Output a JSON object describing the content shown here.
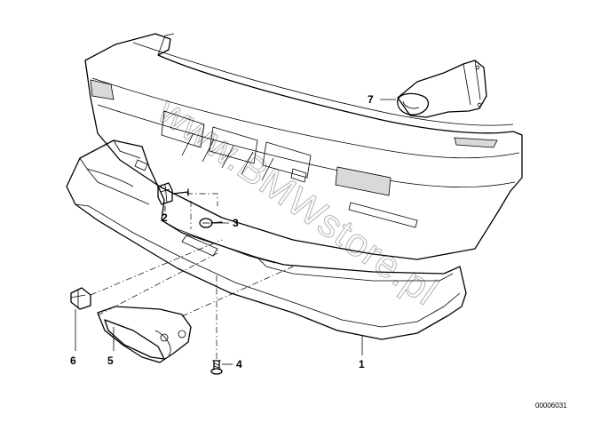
{
  "diagram": {
    "callouts": [
      {
        "id": "1",
        "label": "1"
      },
      {
        "id": "2",
        "label": "2"
      },
      {
        "id": "3",
        "label": "3"
      },
      {
        "id": "4",
        "label": "4"
      },
      {
        "id": "5",
        "label": "5"
      },
      {
        "id": "6",
        "label": "6"
      },
      {
        "id": "7",
        "label": "7"
      }
    ],
    "diagram_id": "00006031",
    "watermark": "www.BMWstore.pl"
  }
}
